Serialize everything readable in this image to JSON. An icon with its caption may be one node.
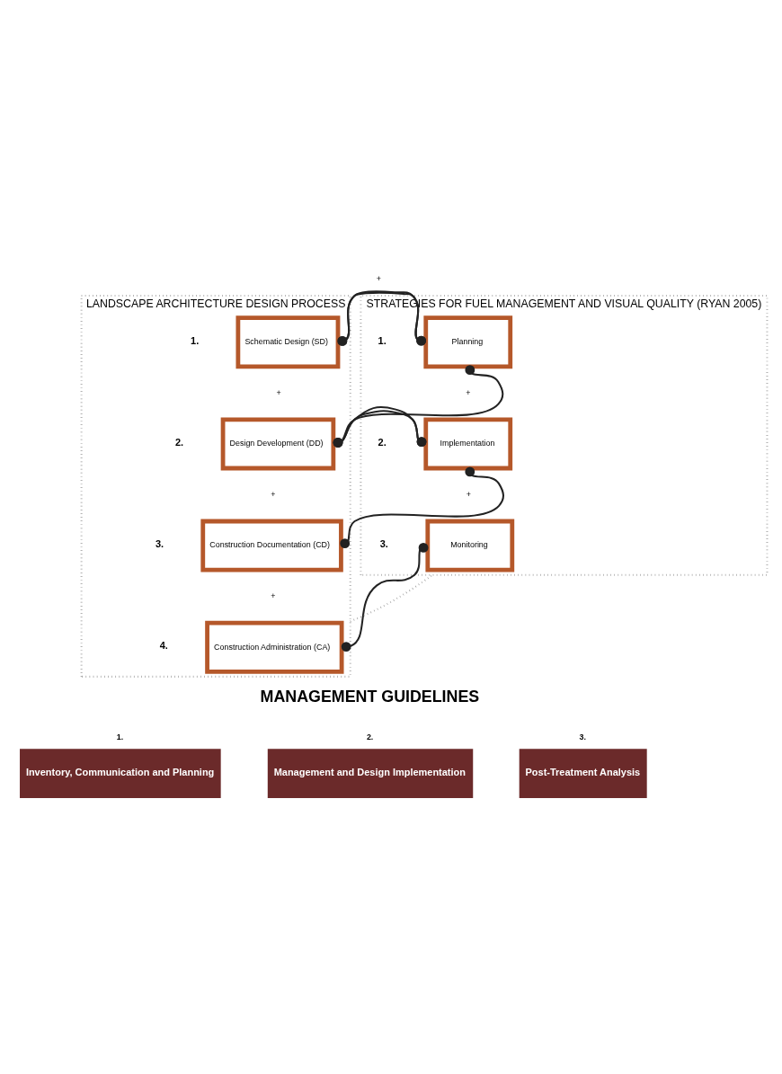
{
  "diagram": {
    "nodes": [
      {
        "text": [
          "LANDSCAPE ARCHITECTURE DESIGN PROCESS"
        ]
      },
      {
        "text": [
          "Schematic Design (SD)"
        ],
        "in": 0,
        "beside": [
          "1."
        ]
      },
      {
        "text": [
          "Design Development (DD)"
        ],
        "in": 0,
        "beside": [
          "2."
        ]
      },
      {
        "text": [
          "Construction Documentation (CD)"
        ],
        "in": 0,
        "beside": [
          "3."
        ]
      },
      {
        "text": [
          "Construction Administration (CA)"
        ],
        "in": 0,
        "beside": [
          "4."
        ]
      },
      {
        "text": [
          "STRATEGIES FOR FUEL MANAGEMENT AND VISUAL QUALITY (RYAN 2005)"
        ]
      },
      {
        "text": [
          "Planning"
        ],
        "in": 5,
        "beside": [
          "1."
        ]
      },
      {
        "text": [
          "Implementation"
        ],
        "in": 5,
        "beside": [
          "2."
        ]
      },
      {
        "text": [
          "Monitoring"
        ],
        "in": 5,
        "beside": [
          "3."
        ]
      },
      {
        "text": [
          "Inventory, Communication and Planning"
        ],
        "beside": [
          "1."
        ]
      },
      {
        "text": [
          "Management and Design Implementation"
        ],
        "beside": [
          "2."
        ]
      },
      {
        "text": [
          "Post-Treatment Analysis"
        ],
        "beside": [
          "3."
        ]
      }
    ],
    "edges": [
      {
        "from": 1,
        "to": 6,
        "arrow": "other"
      },
      {
        "from": 2,
        "to": 6,
        "arrow": "other"
      },
      {
        "from": 2,
        "to": 7,
        "arrow": "other"
      },
      {
        "from": 3,
        "to": 7,
        "arrow": "other"
      },
      {
        "from": 4,
        "to": 8,
        "arrow": "other"
      },
      {
        "from": 0,
        "to": 5,
        "arrow": "none",
        "style": "dashed",
        "color": "#999999"
      }
    ],
    "labels": [
      "+",
      "+",
      "+",
      "+",
      "+",
      "+",
      "MANAGEMENT GUIDELINES"
    ]
  }
}
